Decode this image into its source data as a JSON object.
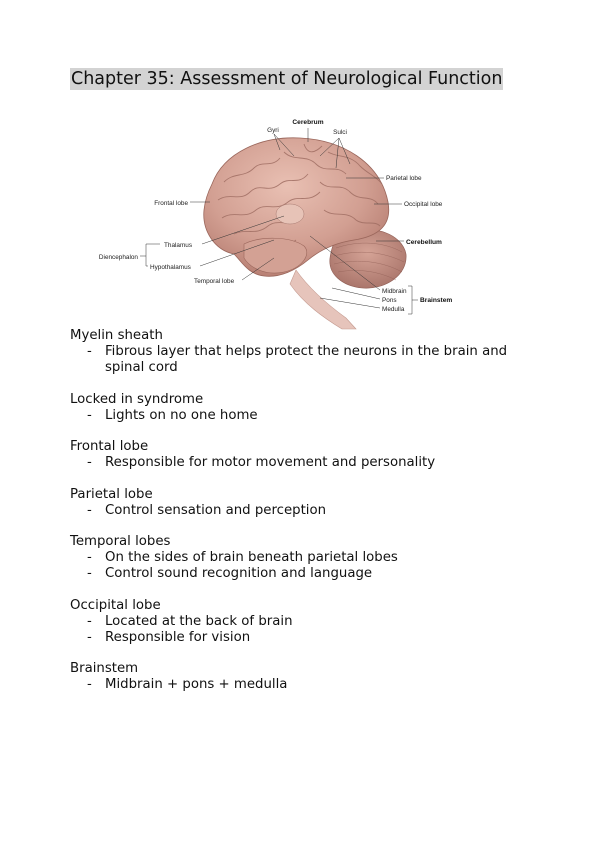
{
  "title": "Chapter 35: Assessment of Neurological Function",
  "figure": {
    "labels": {
      "cerebrum": "Cerebrum",
      "gyri": "Gyri",
      "sulci": "Sulci",
      "parietal_lobe": "Parietal lobe",
      "occipital_lobe": "Occipital lobe",
      "cerebellum": "Cerebellum",
      "frontal_lobe": "Frontal lobe",
      "thalamus": "Thalamus",
      "diencephalon": "Diencephalon",
      "hypothalamus": "Hypothalamus",
      "temporal_lobe": "Temporal lobe",
      "midbrain": "Midbrain",
      "pons": "Pons",
      "medulla": "Medulla",
      "brainstem": "Brainstem"
    }
  },
  "sections": [
    {
      "title": "Myelin sheath",
      "bullets": [
        "Fibrous layer that helps protect the neurons in the brain and spinal cord"
      ]
    },
    {
      "title": "Locked in syndrome",
      "bullets": [
        "Lights on no one home"
      ]
    },
    {
      "title": "Frontal lobe",
      "bullets": [
        "Responsible for motor movement and personality"
      ]
    },
    {
      "title": "Parietal lobe",
      "bullets": [
        "Control sensation and perception"
      ]
    },
    {
      "title": "Temporal lobes",
      "bullets": [
        "On the sides of brain beneath parietal lobes",
        "Control sound recognition and language"
      ]
    },
    {
      "title": "Occipital lobe",
      "bullets": [
        "Located at the back of brain",
        "Responsible for vision"
      ]
    },
    {
      "title": "Brainstem",
      "bullets": [
        "Midbrain + pons + medulla"
      ]
    }
  ],
  "bullet_marker": "-"
}
